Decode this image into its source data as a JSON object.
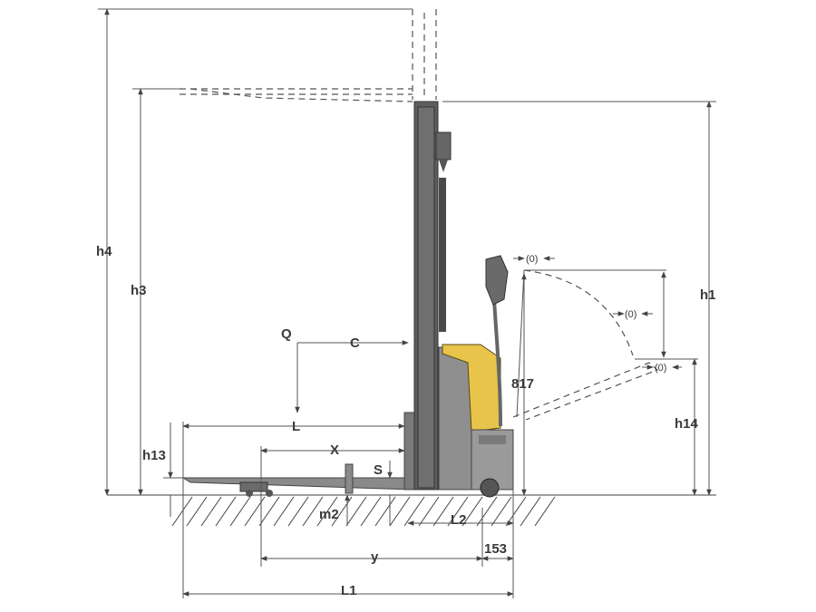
{
  "labels": {
    "h4": "h4",
    "h3": "h3",
    "h1": "h1",
    "h13": "h13",
    "h14": "h14",
    "Q": "Q",
    "C": "C",
    "L": "L",
    "X": "X",
    "S": "S",
    "m2": "m2",
    "L2": "L2",
    "y": "y",
    "L1": "L1",
    "dim_817": "817",
    "dim_153": "153",
    "tiller_top": "(0)",
    "tiller_mid": "(0)",
    "tiller_low": "(0)"
  },
  "colors": {
    "body_grey": "#8f8f8f",
    "mast_dark": "#5e5e5e",
    "accent_yellow": "#e8c44a",
    "line": "#555555"
  }
}
